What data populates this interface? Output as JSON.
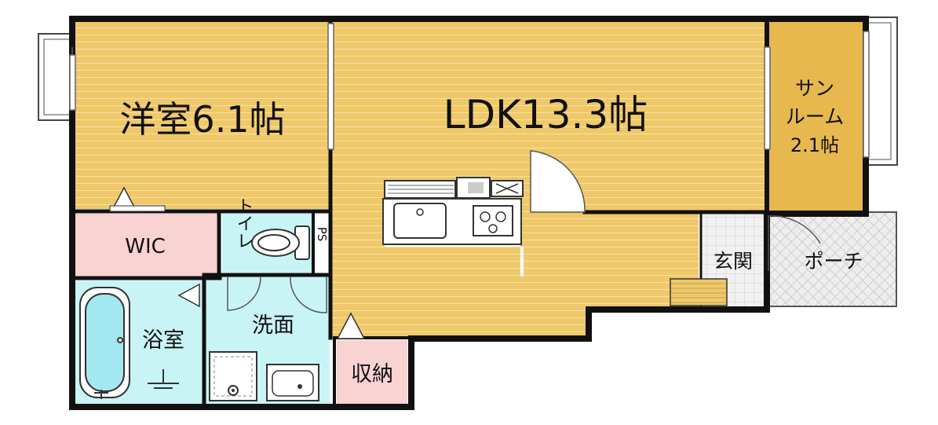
{
  "rooms": {
    "western_room": {
      "name": "洋室",
      "size": "6.1帖"
    },
    "ldk": {
      "name": "LDK",
      "size": "13.3帖"
    },
    "sunroom": {
      "line1": "サン",
      "line2": "ルーム",
      "size": "2.1帖"
    },
    "wic": "WIC",
    "toilet": "トイレ",
    "ps": "PS",
    "bathroom": "浴室",
    "washroom": "洗面",
    "storage": "収納",
    "entrance": "玄関",
    "porch": "ポーチ"
  },
  "colors": {
    "wood_floor": "#efc869",
    "wood_line": "#f7e2a8",
    "sunroom_floor": "#e6b84d",
    "wic_floor": "#f9d2d2",
    "wet_floor": "#c9f4f6",
    "wall": "#111111",
    "tile": "#dddddd"
  }
}
